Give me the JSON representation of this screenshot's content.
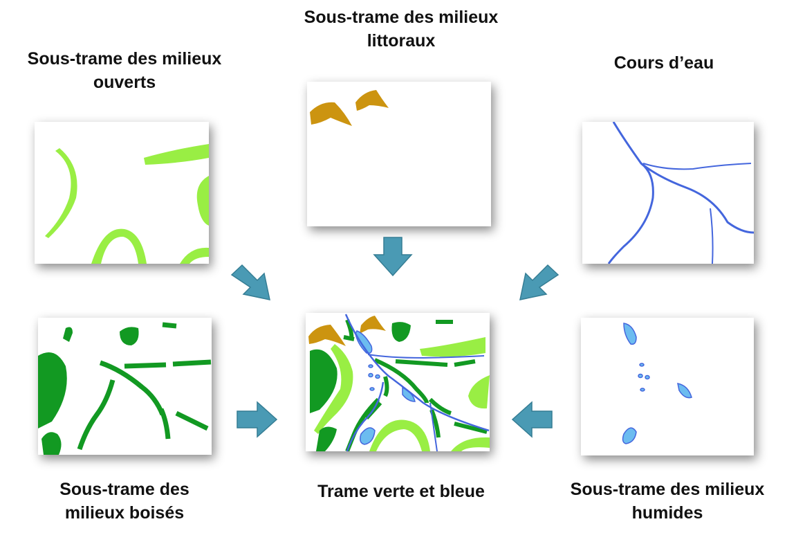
{
  "labels": {
    "open": "Sous-trame des milieux ouverts",
    "coastal": "Sous-trame des milieux littoraux",
    "water": "Cours d’eau",
    "wooded": "Sous-trame des milieux boisés",
    "result": "Trame verte et bleue",
    "wet": "Sous-trame des milieux humides"
  },
  "colors": {
    "light_green": "#99ee44",
    "dark_green": "#129922",
    "gold": "#cc9410",
    "river": "#4466dd",
    "wetland": "#6cbcf0",
    "arrow": "#4a9ab4"
  }
}
